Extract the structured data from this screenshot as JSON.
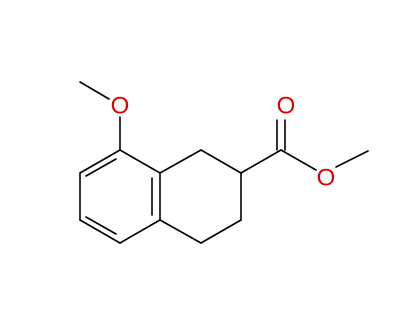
{
  "molecule": {
    "atom_labels": {
      "ring_methoxy_oxygen": "O",
      "carbonyl_oxygen": "O",
      "ester_oxygen": "O"
    },
    "colors": {
      "bond": "#000000",
      "oxygen": "#e00000",
      "background": "#ffffff"
    }
  }
}
